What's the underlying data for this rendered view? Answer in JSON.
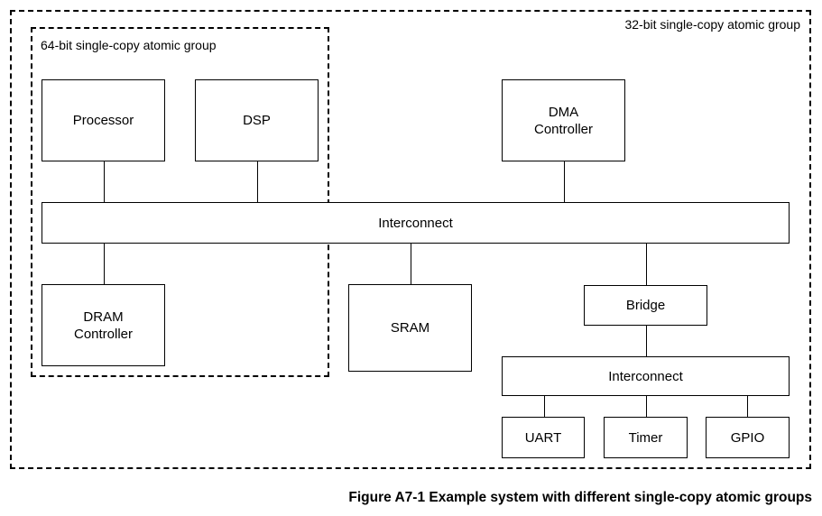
{
  "groups": {
    "outer_label": "32-bit single-copy atomic group",
    "inner_label": "64-bit single-copy atomic group"
  },
  "blocks": {
    "processor": "Processor",
    "dsp": "DSP",
    "dma_controller": "DMA\nController",
    "interconnect_main": "Interconnect",
    "dram_controller": "DRAM\nController",
    "sram": "SRAM",
    "bridge": "Bridge",
    "interconnect_peripheral": "Interconnect",
    "uart": "UART",
    "timer": "Timer",
    "gpio": "GPIO"
  },
  "caption": "Figure A7-1 Example system with different single-copy atomic groups"
}
